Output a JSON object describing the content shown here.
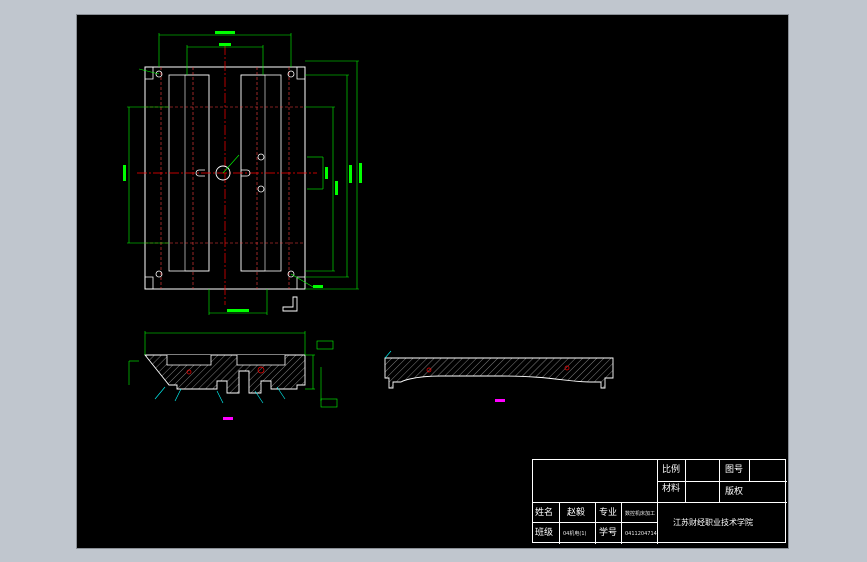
{
  "colors": {
    "background": "#c0c6ce",
    "sheet": "#000000",
    "outline": "#ffffff",
    "dimension": "#00ff00",
    "centerline": "#ff0000",
    "hidden": "#ff0000",
    "annotation": "#ff00ff",
    "leader": "#00ffff"
  },
  "views": {
    "top_view": {
      "dim_top": "?"
    },
    "section_a": {
      "label": "?"
    },
    "section_b": {
      "label": "?"
    }
  },
  "title_block": {
    "scale_label": "比例",
    "drawing_no_label": "图号",
    "material_label": "材料",
    "version_label": "版权",
    "name_label": "姓名",
    "name_value": "赵毅",
    "major_label": "专业",
    "major_value": "数控机床加工",
    "class_label": "班级",
    "class_value": "04机电(1)",
    "student_no_label": "学号",
    "student_no_value": "0411204714",
    "school": "江苏财经职业技术学院"
  }
}
